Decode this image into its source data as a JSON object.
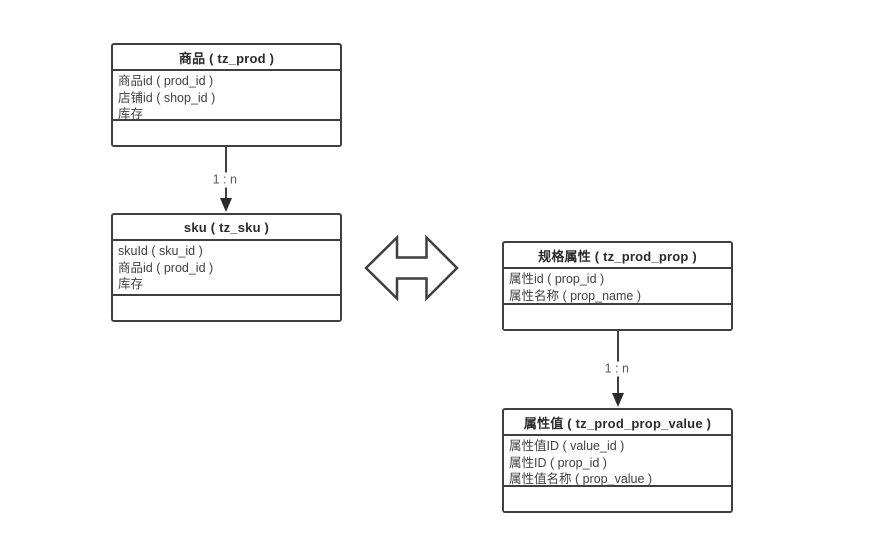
{
  "diagram": {
    "background_color": "#ffffff",
    "stroke_color": "#3f3f3f",
    "label_color": "#595959",
    "tables": [
      {
        "id": "prod",
        "title": "商品 ( tz_prod )",
        "fields": [
          "商品id ( prod_id )",
          "店铺id ( shop_id )",
          "库存"
        ]
      },
      {
        "id": "sku",
        "title": "sku ( tz_sku )",
        "fields": [
          "skuId ( sku_id )",
          "商品id ( prod_id )",
          "库存"
        ]
      },
      {
        "id": "prod_prop",
        "title": "规格属性 ( tz_prod_prop )",
        "fields": [
          "属性id ( prop_id )",
          "属性名称 ( prop_name )"
        ]
      },
      {
        "id": "prod_prop_value",
        "title": "属性值 ( tz_prod_prop_value )",
        "fields": [
          "属性值ID ( value_id )",
          "属性ID ( prop_id )",
          "属性值名称 ( prop_value )"
        ]
      }
    ],
    "connectors": [
      {
        "from": "prod",
        "to": "sku",
        "label": "1 : n",
        "direction": "down"
      },
      {
        "from": "prod_prop",
        "to": "prod_prop_value",
        "label": "1 : n",
        "direction": "down"
      }
    ],
    "bidirectional_arrow": {
      "between": [
        "sku",
        "prod_prop"
      ],
      "style": "hollow-double-horizontal"
    }
  }
}
